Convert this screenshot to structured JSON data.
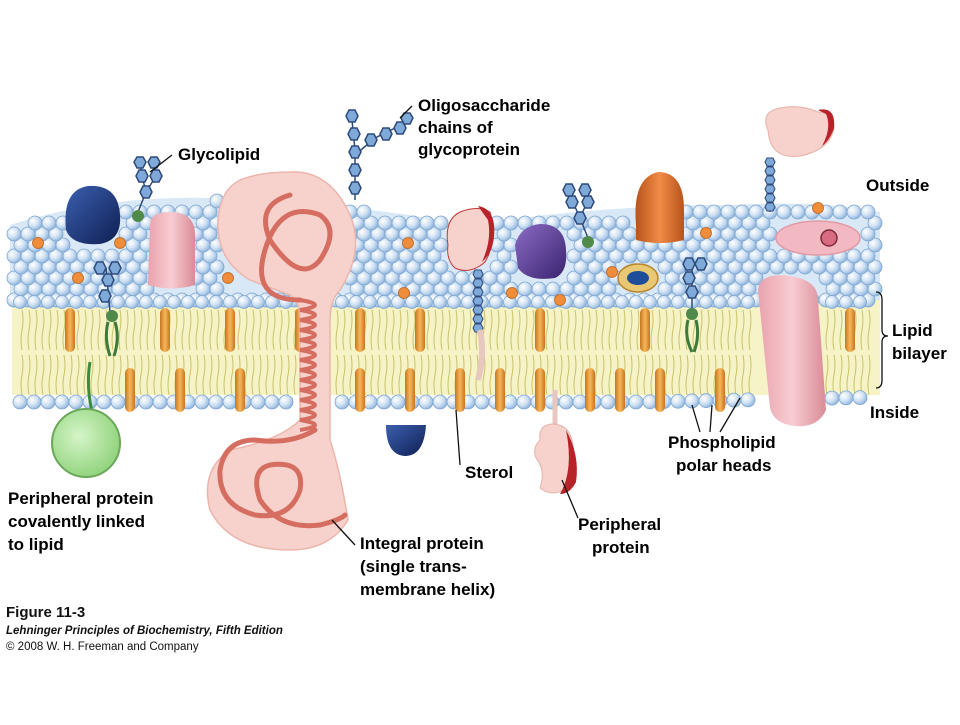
{
  "labels": {
    "glycolipid": "Glycolipid",
    "oligo_1": "Oligosaccharide",
    "oligo_2": "chains of",
    "oligo_3": "glycoprotein",
    "outside": "Outside",
    "lipid_1": "Lipid",
    "lipid_2": "bilayer",
    "inside": "Inside",
    "phospho_1": "Phospholipid",
    "phospho_2": "polar heads",
    "sterol": "Sterol",
    "periph_1": "Peripheral",
    "periph_2": "protein",
    "integral_1": "Integral protein",
    "integral_2": "(single trans-",
    "integral_3": "membrane helix)",
    "cov_1": "Peripheral protein",
    "cov_2": "covalently linked",
    "cov_3": "to lipid"
  },
  "caption": {
    "figure": "Figure 11-3",
    "book": "Lehninger Principles of Biochemistry, Fifth Edition",
    "copyright": "© 2008 W. H. Freeman and Company"
  },
  "colors": {
    "head_fill": "#bcd6ee",
    "head_stroke": "#6f9cc9",
    "tail_fill": "#f4f1bf",
    "sterol": "#e59a3c",
    "protein_pink": "#f6c9c3",
    "protein_red": "#c23a3a",
    "dark_blue": "#1e3a7a",
    "purple": "#5a3d8f",
    "orange": "#d9742f",
    "green_protein": "#9fdc8a"
  }
}
